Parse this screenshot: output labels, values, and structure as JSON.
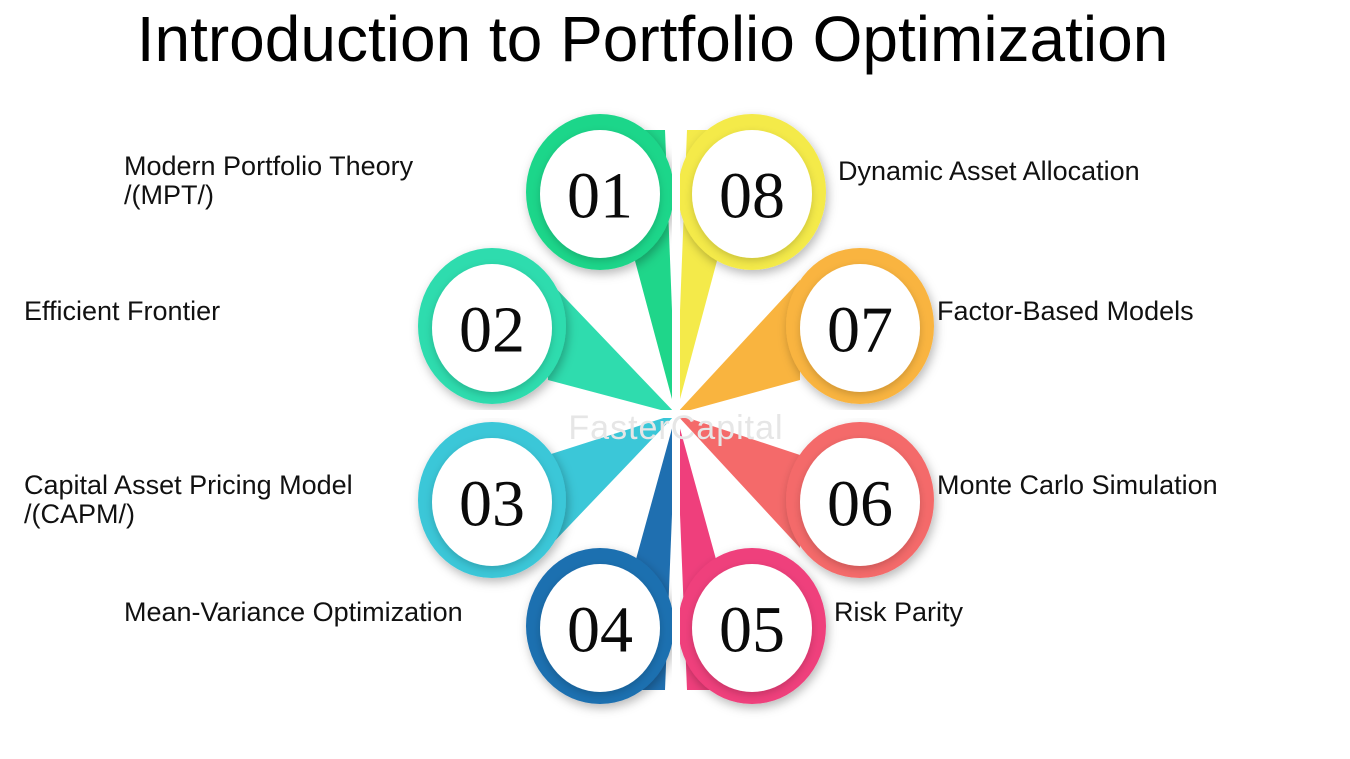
{
  "title": "Introduction to Portfolio Optimization",
  "watermark": "FasterCapital",
  "items": [
    {
      "num": "01",
      "lines": [
        "Modern Portfolio Theory",
        "/(MPT/)"
      ],
      "color": "#1fd68a"
    },
    {
      "num": "02",
      "lines": [
        "Efficient Frontier"
      ],
      "color": "#2fdcae"
    },
    {
      "num": "03",
      "lines": [
        "Capital Asset Pricing Model",
        "/(CAPM/)"
      ],
      "color": "#3bc7d8"
    },
    {
      "num": "04",
      "lines": [
        "Mean-Variance Optimization"
      ],
      "color": "#1f6fb0"
    },
    {
      "num": "05",
      "lines": [
        "Risk Parity"
      ],
      "color": "#ef3f7c"
    },
    {
      "num": "06",
      "lines": [
        "Monte Carlo Simulation"
      ],
      "color": "#f46a6a"
    },
    {
      "num": "07",
      "lines": [
        "Factor-Based Models"
      ],
      "color": "#f9b43f"
    },
    {
      "num": "08",
      "lines": [
        "Dynamic Asset Allocation"
      ],
      "color": "#f4ea4a"
    }
  ]
}
